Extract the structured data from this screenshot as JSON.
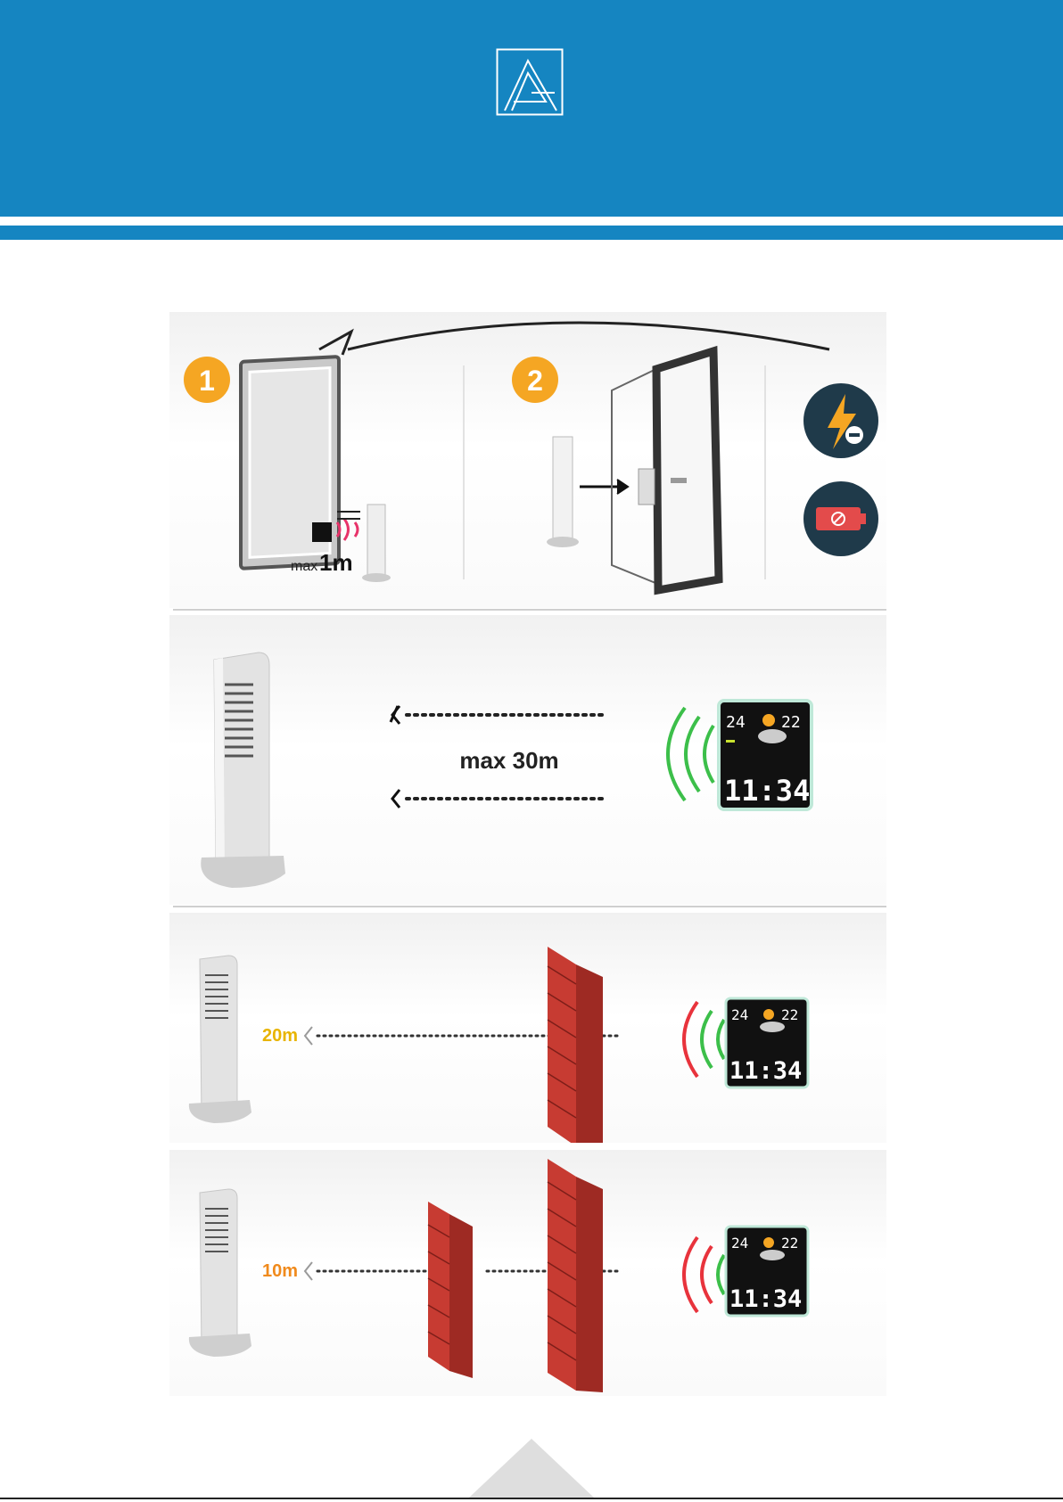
{
  "header": {
    "logo_icon": "letter-a-triangle-logo-icon",
    "color": "#1585c1"
  },
  "step_row": {
    "steps": [
      {
        "number": "1",
        "distance_prefix": "max",
        "distance_value": "1m"
      },
      {
        "number": "2"
      }
    ],
    "icons": [
      "no-power-icon",
      "no-battery-icon"
    ]
  },
  "range_open": {
    "label": "max 30m"
  },
  "range_one_wall": {
    "label": "20m",
    "label_color": "#e8b400"
  },
  "range_two_walls": {
    "label": "10m",
    "label_color": "#f08a1c"
  },
  "display": {
    "temp_left": "24",
    "temp_right": "22",
    "time": "11:34"
  }
}
